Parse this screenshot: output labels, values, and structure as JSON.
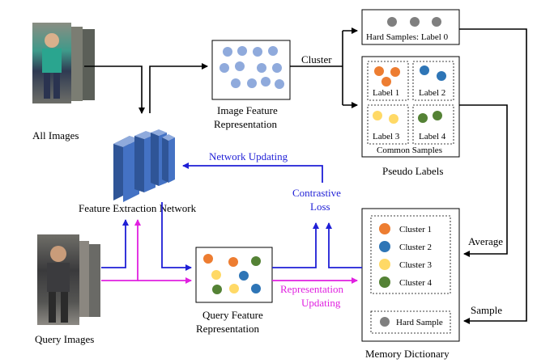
{
  "labels": {
    "all_images": "All Images",
    "query_images": "Query Images",
    "feature_extraction": "Feature Extraction Network",
    "image_feature_line1": "Image Feature",
    "image_feature_line2": "Representation",
    "query_feature_line1": "Query Feature",
    "query_feature_line2": "Representation",
    "cluster": "Cluster",
    "hard_samples": "Hard Samples: Label 0",
    "label1": "Label 1",
    "label2": "Label 2",
    "label3": "Label 3",
    "label4": "Label 4",
    "common_samples": "Common Samples",
    "pseudo_labels": "Pseudo Labels",
    "network_updating": "Network Updating",
    "contrastive_line1": "Contrastive",
    "contrastive_line2": "Loss",
    "representation_line1": "Representation",
    "representation_line2": "Updating",
    "average": "Average",
    "sample": "Sample",
    "memory_dictionary": "Memory Dictionary",
    "mem_cluster1": "Cluster 1",
    "mem_cluster2": "Cluster 2",
    "mem_cluster3": "Cluster 3",
    "mem_cluster4": "Cluster 4",
    "hard_sample": "Hard Sample"
  },
  "colors": {
    "cluster1": "#ed7d31",
    "cluster2": "#2e75b6",
    "cluster3": "#ffd966",
    "cluster4": "#548235",
    "hard": "#7f7f7f",
    "feature_dot": "#8faadc",
    "network_blue": "#1f1fd6",
    "representation_magenta": "#e020e0",
    "cnn_block": "#4472c4"
  }
}
